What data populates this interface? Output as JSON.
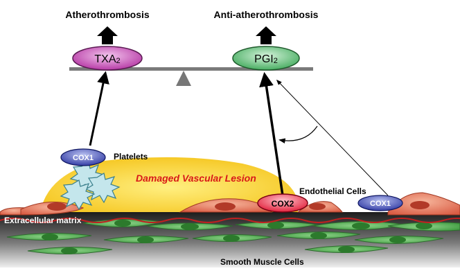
{
  "outcomes": {
    "left": "Atherothrombosis",
    "right": "Anti-atherothrombosis"
  },
  "mediators": {
    "txa": {
      "base": "TXA",
      "sub": "2"
    },
    "pgi": {
      "base": "PGI",
      "sub": "2"
    }
  },
  "enzymes": {
    "cox1_platelet": "COX1",
    "cox2_endothelial": "COX2",
    "cox1_endothelial": "COX1"
  },
  "labels": {
    "platelets": "Platelets",
    "lesion": "Damaged Vascular Lesion",
    "endothelial": "Endothelial Cells",
    "ecm": "Extracellular matrix",
    "smc": "Smooth Muscle Cells"
  },
  "colors": {
    "txa_fill": "#c23fb0",
    "pgi_fill": "#4fb86a",
    "cox1_fill": "#3440a8",
    "cox2_fill": "#e8203a",
    "lesion_fill": "#f7d23a",
    "lesion_text": "#d81818",
    "endothelium": "#e07058",
    "smc_cell": "#4aa04a",
    "platelet": "#bfe4ea"
  }
}
